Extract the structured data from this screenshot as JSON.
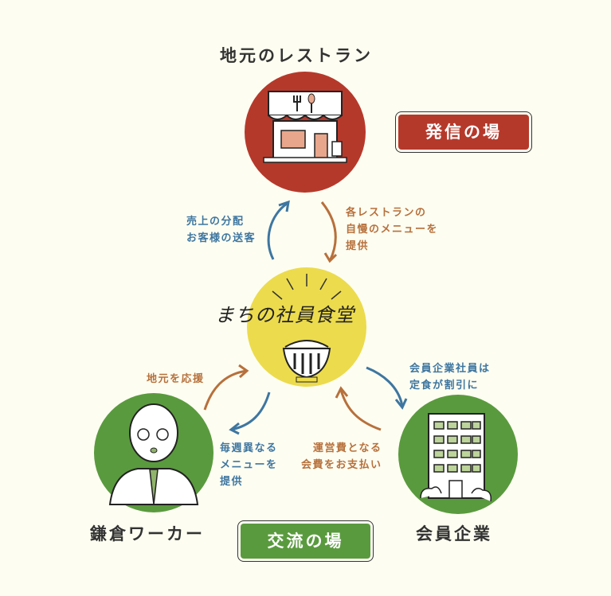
{
  "restaurant": {
    "title": "地元のレストラン"
  },
  "center": {
    "logo_text": "まちの社員食堂"
  },
  "worker": {
    "title": "鎌倉ワーカー"
  },
  "company": {
    "title": "会員企業"
  },
  "badges": {
    "sending": "発信の場",
    "exchange": "交流の場"
  },
  "notes": {
    "to_restaurant": [
      "売上の分配",
      "お客様の送客"
    ],
    "from_restaurant": [
      "各レストランの",
      "自慢のメニューを",
      "提供"
    ],
    "from_worker": "地元を応援",
    "to_worker": [
      "毎週異なる",
      "メニューを",
      "提供"
    ],
    "to_company": [
      "会員企業社員は",
      "定食が割引に"
    ],
    "from_company": [
      "運営費となる",
      "会費をお支払い"
    ]
  },
  "colors": {
    "background": "#fdfdf1",
    "red": "#b5392b",
    "yellow": "#ecdb4c",
    "green": "#5a9a3e",
    "blue": "#3e76a0",
    "orange": "#b7703b"
  }
}
